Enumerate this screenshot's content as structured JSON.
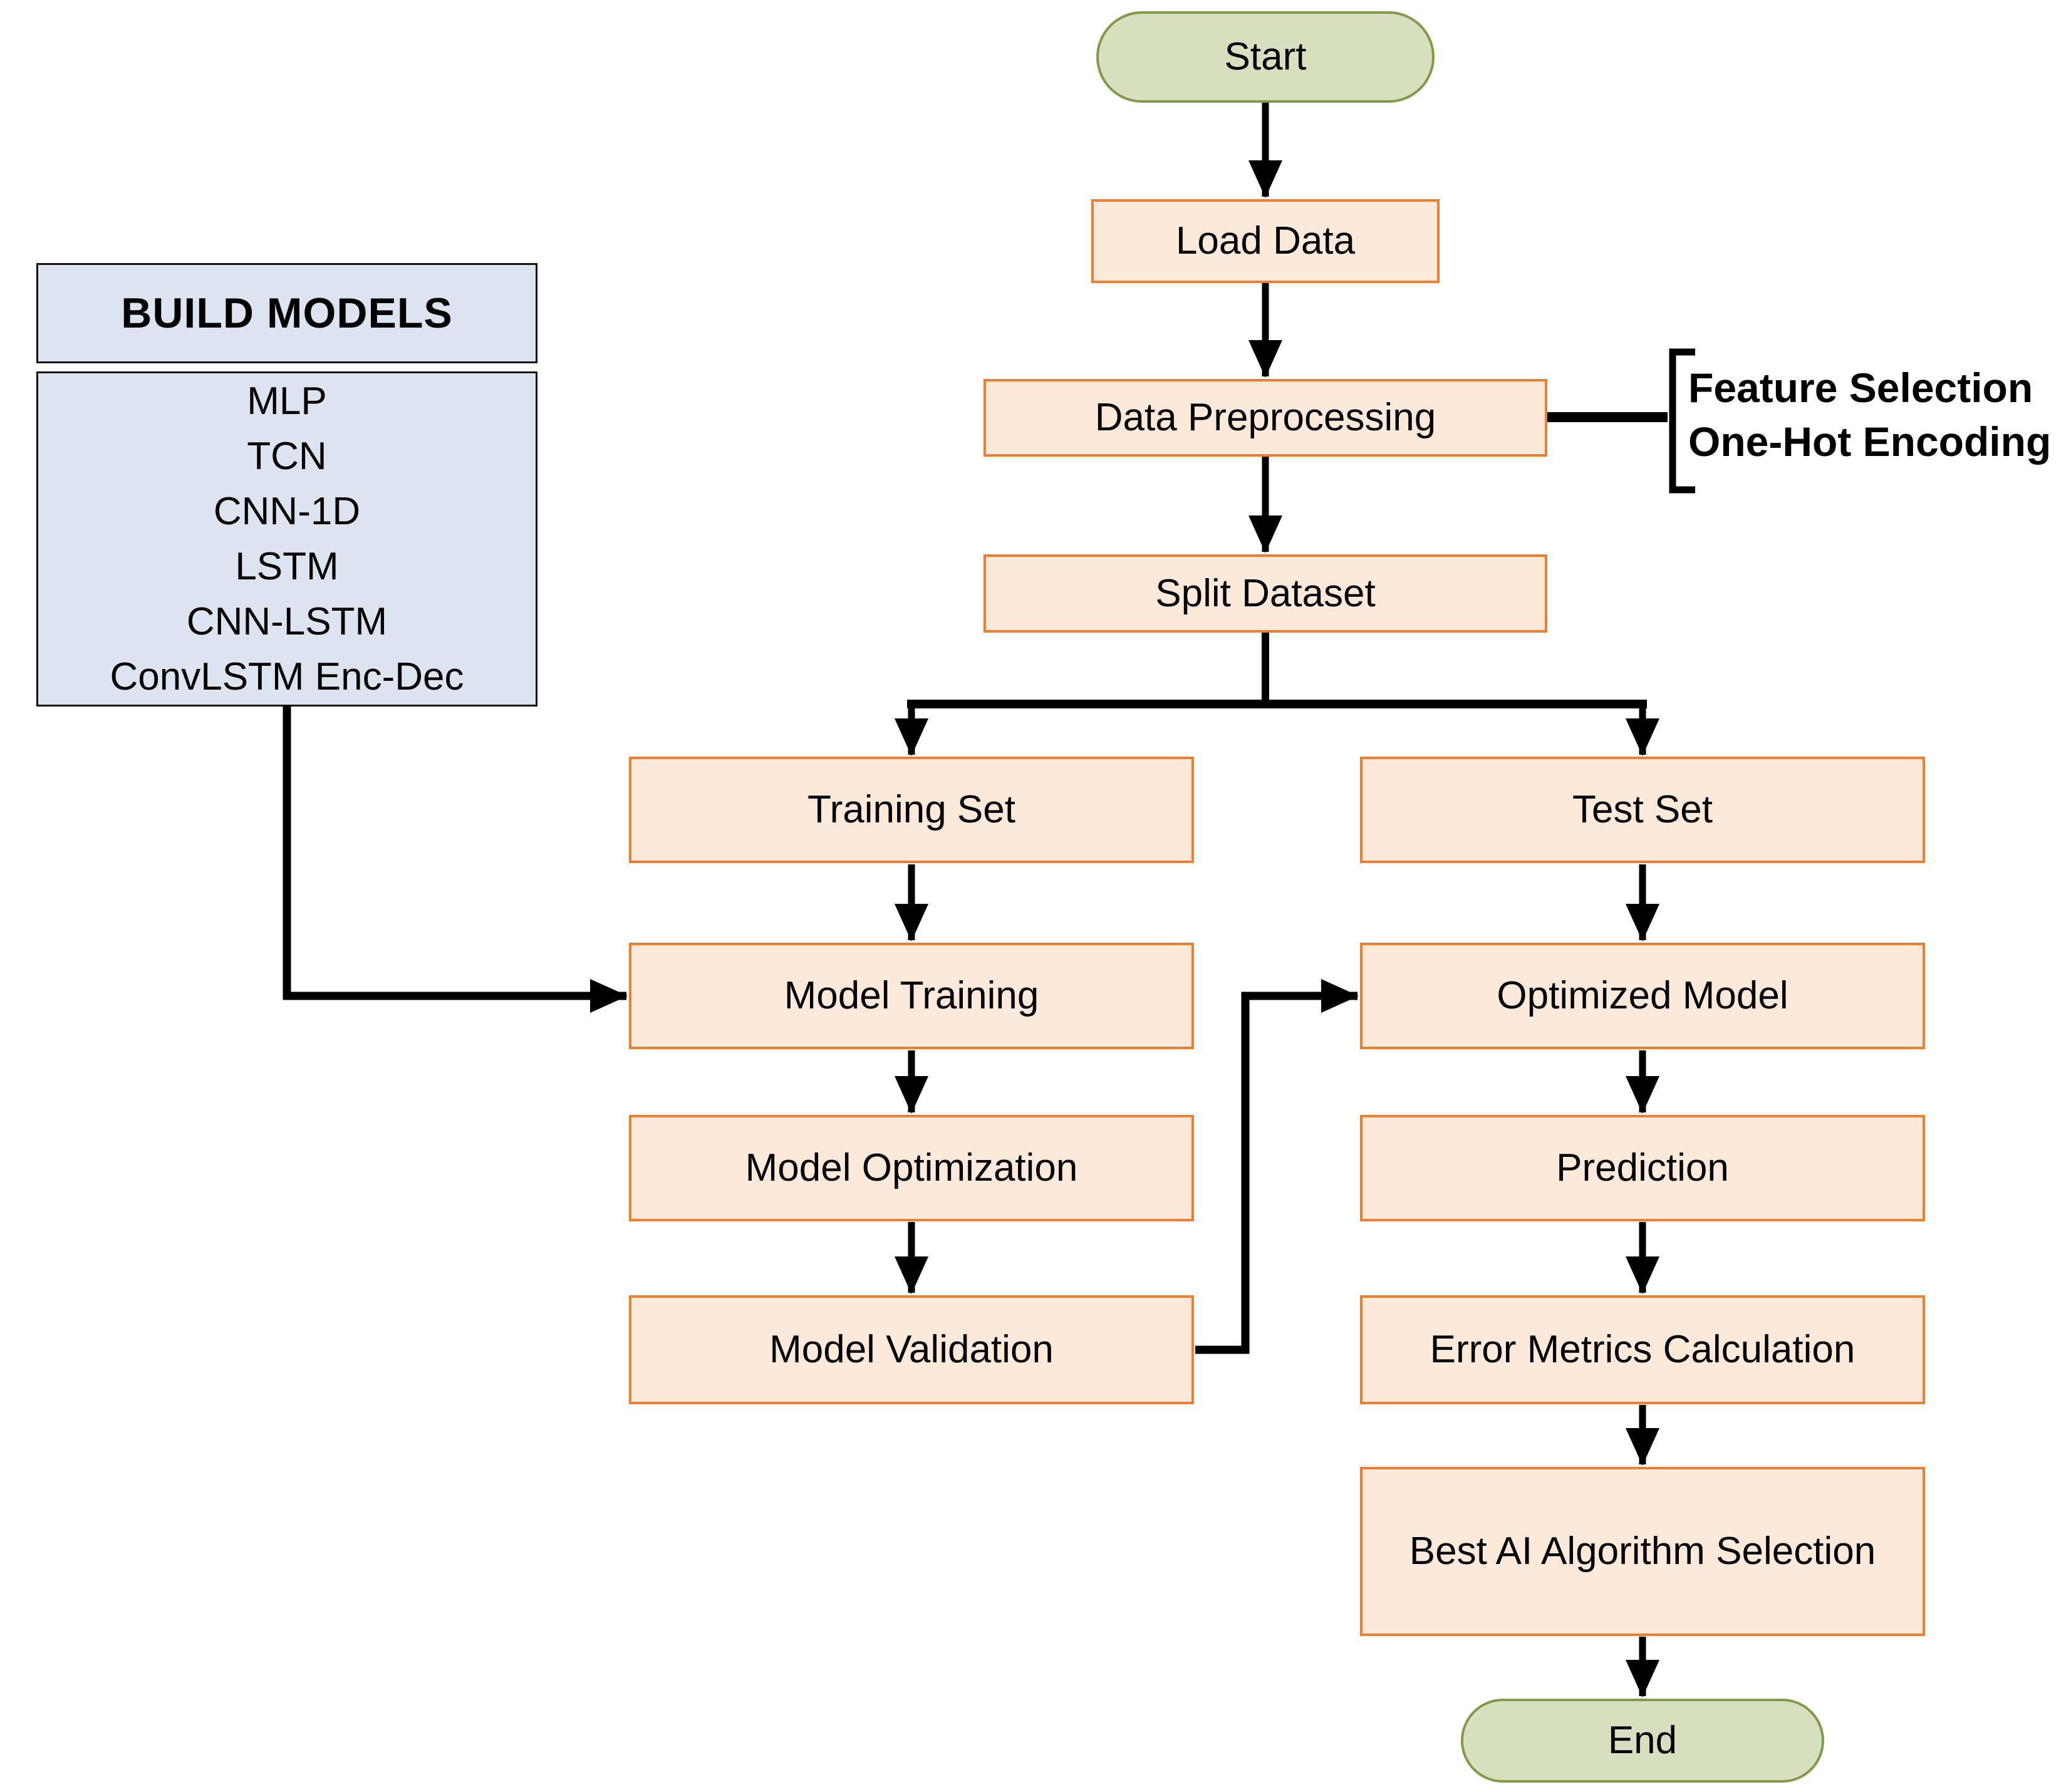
{
  "diagram": {
    "type": "flowchart",
    "nodes": {
      "start": "Start",
      "load_data": "Load Data",
      "data_preprocessing": "Data Preprocessing",
      "split_dataset": "Split Dataset",
      "training_set": "Training Set",
      "test_set": "Test Set",
      "model_training": "Model Training",
      "optimized_model": "Optimized Model",
      "model_optimization": "Model Optimization",
      "prediction": "Prediction",
      "model_validation": "Model Validation",
      "error_metrics": "Error Metrics Calculation",
      "best_ai": "Best AI Algorithm Selection",
      "end": "End"
    },
    "build_models_panel": {
      "title": "BUILD MODELS",
      "models": [
        "MLP",
        "TCN",
        "CNN-1D",
        "LSTM",
        "CNN-LSTM",
        "ConvLSTM Enc-Dec"
      ]
    },
    "preprocessing_annotation": {
      "lines": [
        "Feature Selection",
        "One-Hot Encoding"
      ]
    },
    "edges": [
      {
        "from": "start",
        "to": "load_data"
      },
      {
        "from": "load_data",
        "to": "data_preprocessing"
      },
      {
        "from": "data_preprocessing",
        "to": "split_dataset"
      },
      {
        "from": "data_preprocessing",
        "to": "preprocessing_annotation"
      },
      {
        "from": "split_dataset",
        "to": "training_set"
      },
      {
        "from": "split_dataset",
        "to": "test_set"
      },
      {
        "from": "training_set",
        "to": "model_training"
      },
      {
        "from": "build_models_panel",
        "to": "model_training"
      },
      {
        "from": "model_training",
        "to": "model_optimization"
      },
      {
        "from": "model_optimization",
        "to": "model_validation"
      },
      {
        "from": "model_validation",
        "to": "optimized_model"
      },
      {
        "from": "test_set",
        "to": "optimized_model"
      },
      {
        "from": "optimized_model",
        "to": "prediction"
      },
      {
        "from": "prediction",
        "to": "error_metrics"
      },
      {
        "from": "error_metrics",
        "to": "best_ai"
      },
      {
        "from": "best_ai",
        "to": "end"
      }
    ],
    "colors": {
      "process_fill": "#fce9d9",
      "process_border": "#ed7d31",
      "terminal_fill": "#d6dfbe",
      "terminal_border": "#7f9a49",
      "panel_fill": "#dce4f0",
      "panel_border": "#111111",
      "connector": "#000000",
      "text": "#000000"
    }
  }
}
